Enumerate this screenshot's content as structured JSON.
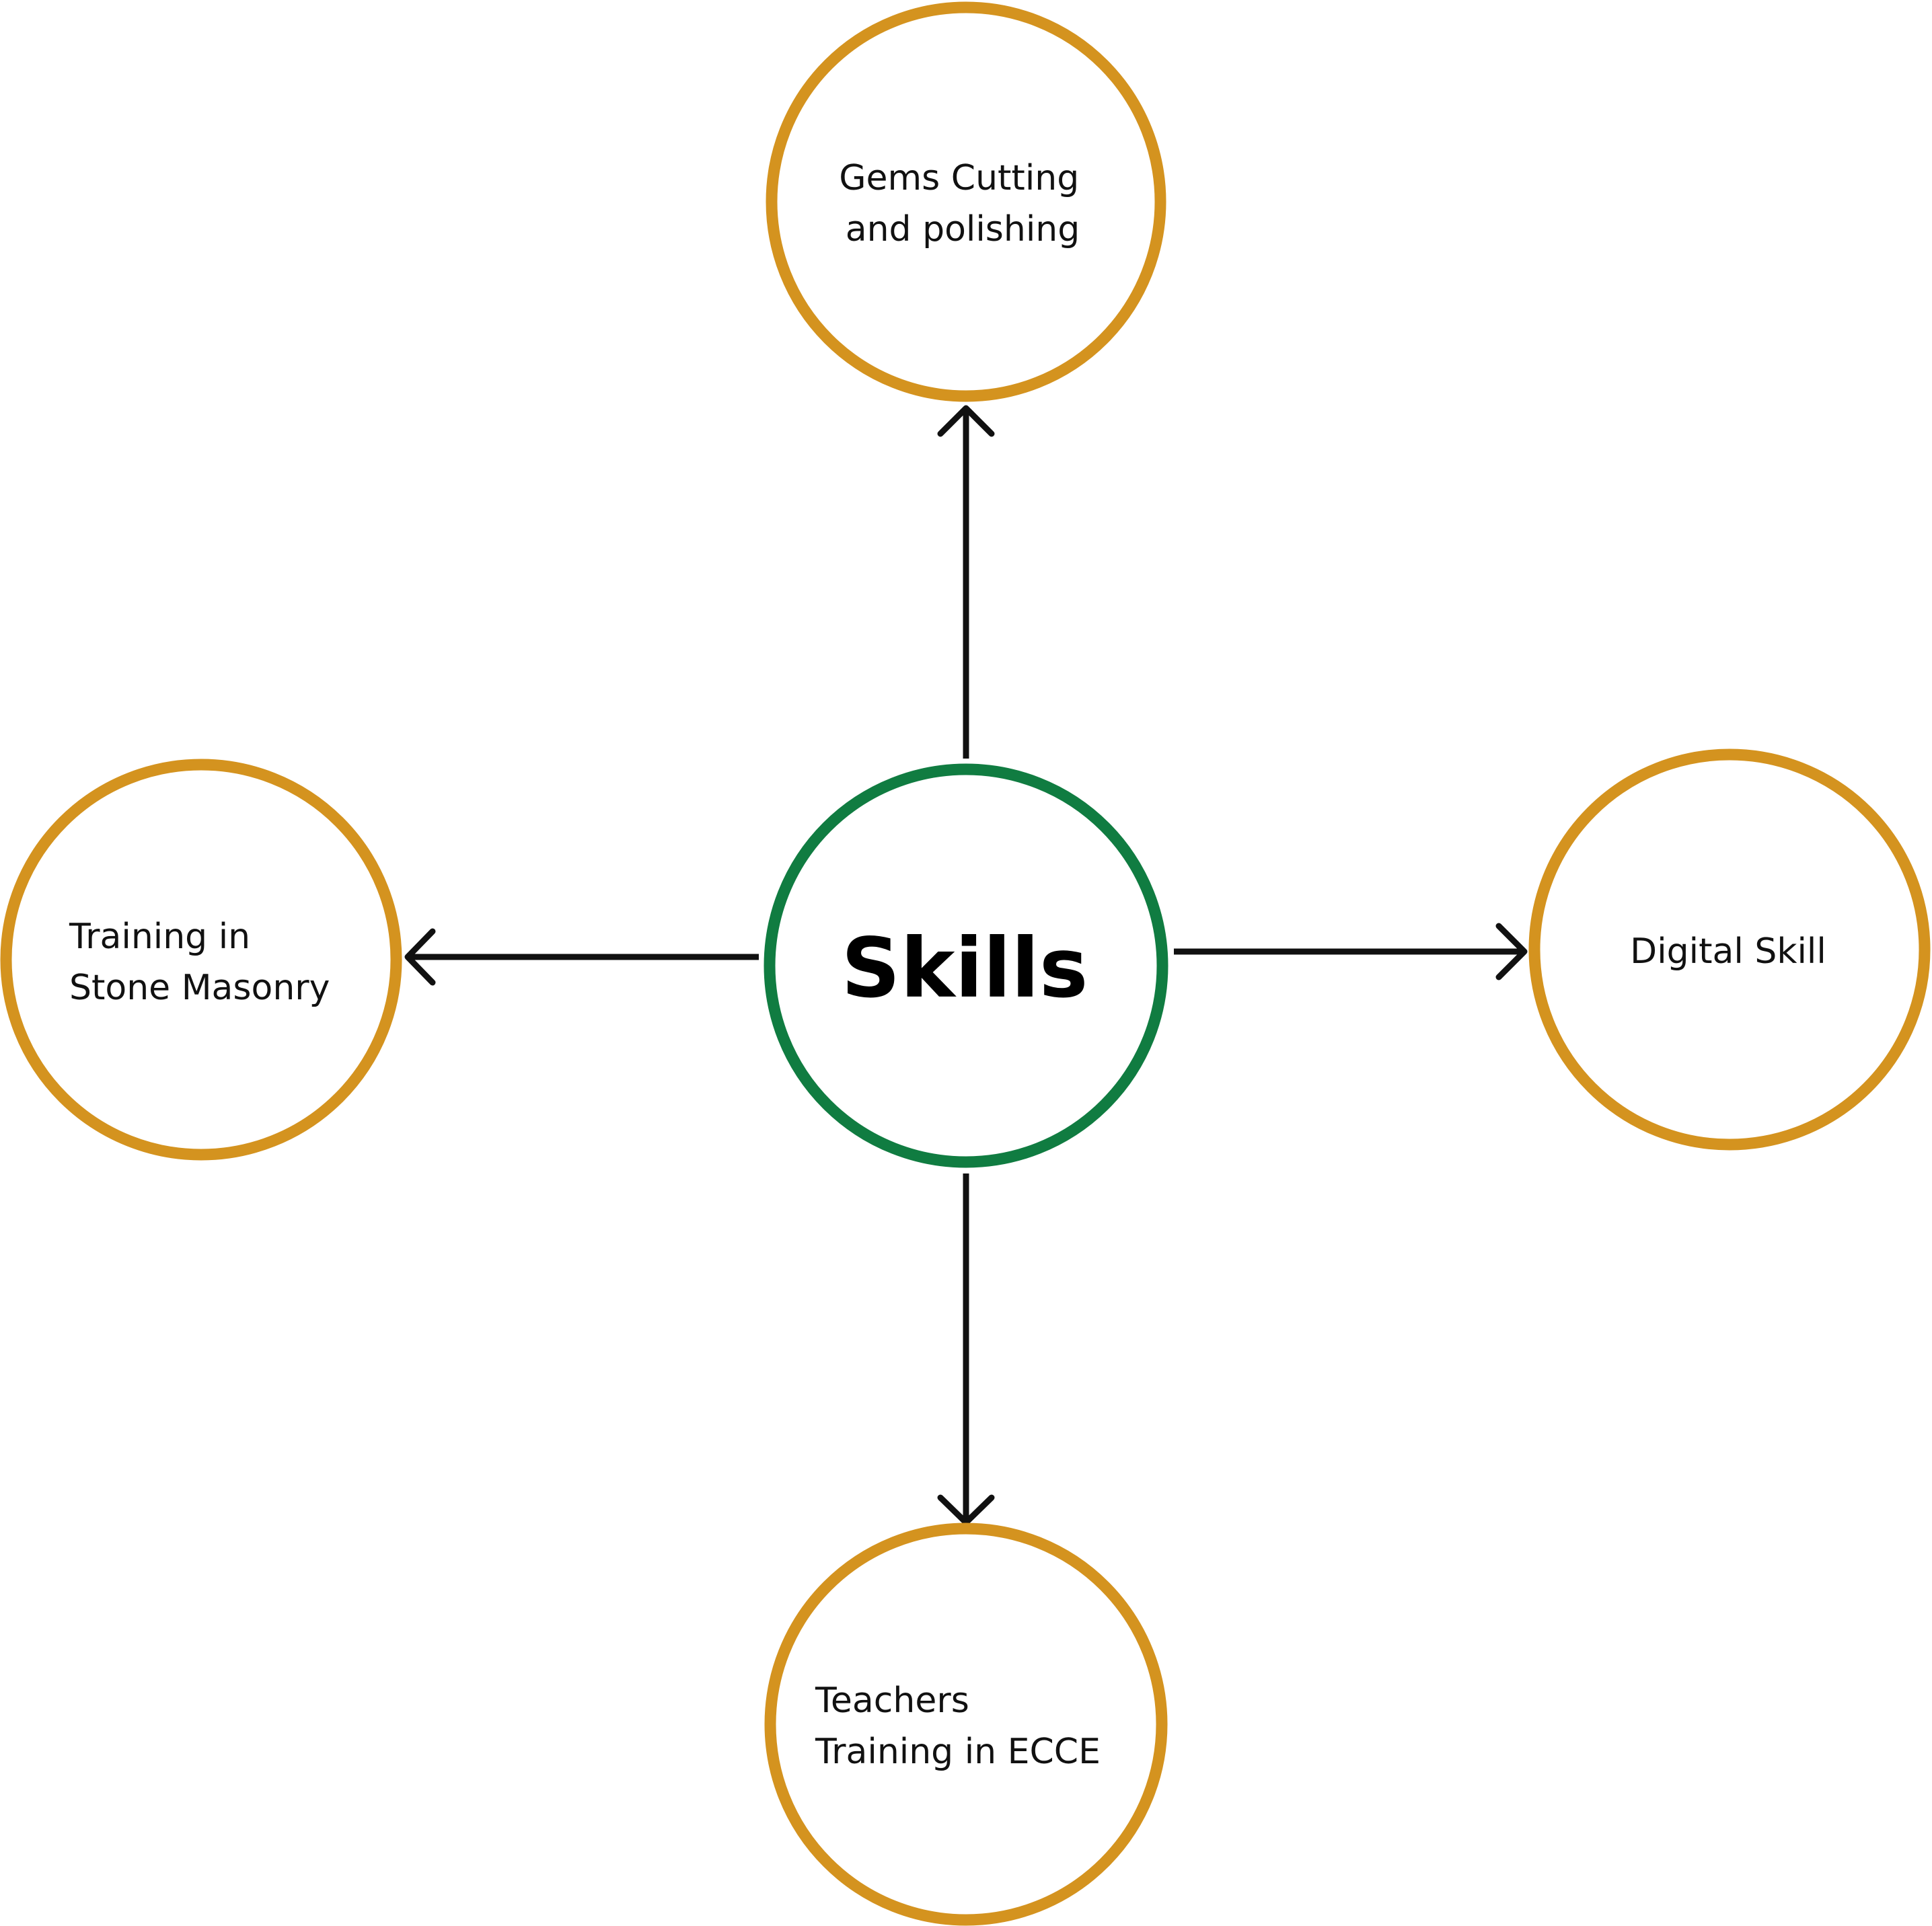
{
  "colors": {
    "center_ring": "#107c41",
    "node_ring": "#d4931f",
    "arrow": "#111111",
    "background": "#ffffff"
  },
  "center": {
    "label": "Skills"
  },
  "nodes": {
    "top": {
      "lines": [
        "Gems Cutting",
        "and polishing"
      ]
    },
    "left": {
      "lines": [
        "Training in",
        "Stone Masonry"
      ]
    },
    "right": {
      "lines": [
        "Digital Skill"
      ]
    },
    "bottom": {
      "lines": [
        "Teachers",
        "Training in ECCE"
      ]
    }
  }
}
